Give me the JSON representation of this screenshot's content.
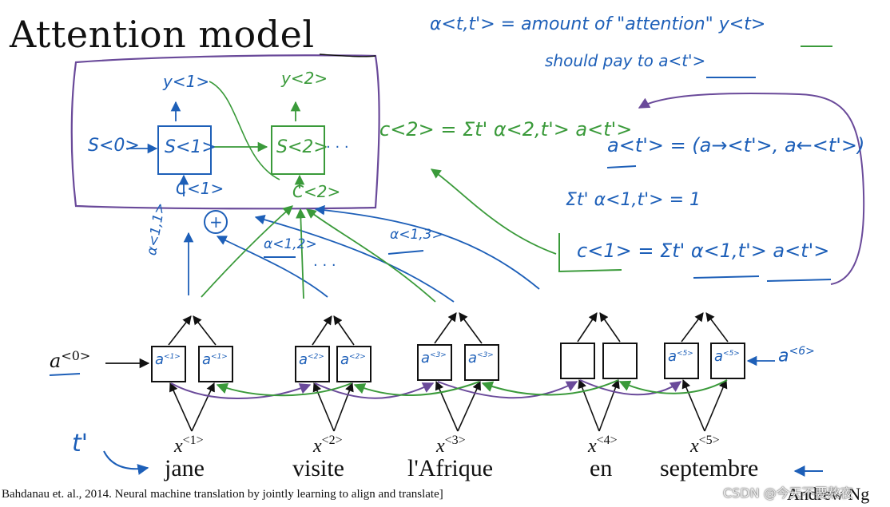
{
  "slide": {
    "title": "Attention model",
    "citation": "Bahdanau et. al., 2014. Neural machine translation by jointly learning to align and translate]",
    "author": "Andrew Ng",
    "watermark": "CSDN @今天不要熬夜"
  },
  "inputs": {
    "words": [
      "jane",
      "visite",
      "l'Afrique",
      "en",
      "septembre"
    ],
    "x_labels": [
      "<1>",
      "<2>",
      "<3>",
      "<4>",
      "<5>"
    ],
    "x_symbol": "x"
  },
  "encoder": {
    "a0_label": "a",
    "a0_sup": "<0>",
    "a6_sup": "<6>",
    "cell_symbol": "a",
    "cell_sups": [
      "<1>",
      "<2>",
      "<3>",
      "",
      "<5>"
    ]
  },
  "annotations": {
    "t_prime": "t'",
    "alpha_def_line1": "α<t,t'> = amount of \"attention\" y<t>",
    "alpha_def_line2": "should pay to a<t'>",
    "c2_formula": "c<2> = Σt' α<2,t'> a<t'>",
    "a_concat": "a<t'> = (a→<t'>, a←<t'>)",
    "sum_constraint": "Σt' α<1,t'> = 1",
    "c1_formula": "c<1> = Σt' α<1,t'> a<t'>"
  },
  "decoder": {
    "s0": "S<0>",
    "s1": "S<1>",
    "s2": "S<2>",
    "y1": "y<1>",
    "y2": "y<2>",
    "c1": "C<1>",
    "c2": "C<2>",
    "alpha11": "α<1,1>",
    "alpha12": "α<1,2>",
    "alpha13": "α<1,3>"
  },
  "colors": {
    "ink": "#111111",
    "blue": "#1d5fb8",
    "green": "#3a9a3a",
    "purple": "#6a4a9a"
  }
}
